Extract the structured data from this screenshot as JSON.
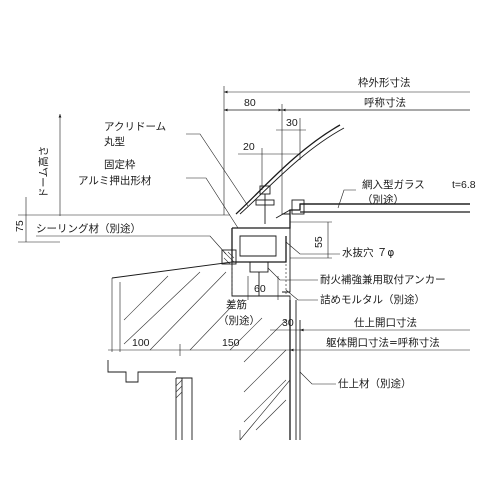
{
  "labels": {
    "frame_outer_dim": "枠外形寸法",
    "nominal_dim": "呼称寸法",
    "acrylic_dome": "アクリドーム",
    "round_type": "丸型",
    "dome_height": "ドーム高さ",
    "fixed_frame": "固定枠",
    "aluminum_extrusion": "アルミ押出形材",
    "wired_glass": "網入型ガラス",
    "glass_thickness": "t=6.8",
    "glass_separate": "（別途）",
    "sealing": "シーリング材（別途）",
    "drain_hole": "水抜穴 ７φ",
    "anchor": "耐火補強兼用取付アンカー",
    "mortar": "詰めモルタル（別途）",
    "rebar": "差筋",
    "rebar_separate": "（別途）",
    "finish_opening": "仕上開口寸法",
    "body_opening": "躯体開口寸法=呼称寸法",
    "finish_material": "仕上材（別途）"
  },
  "dims": {
    "d80": "80",
    "d30_top": "30",
    "d20": "20",
    "d75": "75",
    "d55": "55",
    "d60": "60",
    "d30_mid": "30",
    "d100": "100",
    "d150": "150"
  }
}
